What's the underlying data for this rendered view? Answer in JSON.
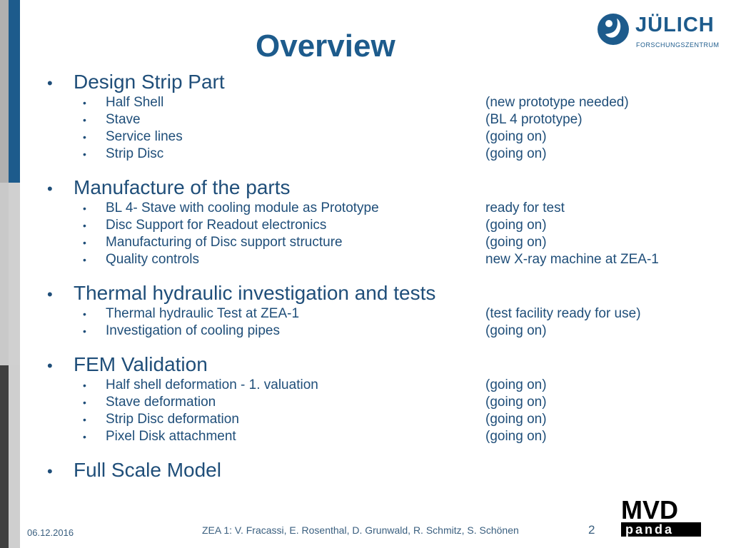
{
  "slide": {
    "title": "Overview",
    "logo_text": "JÜLICH",
    "logo_subtext": "FORSCHUNGSZENTRUM",
    "mvd_logo_top": "MVD",
    "mvd_logo_bottom": "panda"
  },
  "sections": [
    {
      "heading": "Design Strip Part",
      "items": [
        {
          "label": "Half Shell",
          "status": "(new prototype needed)"
        },
        {
          "label": "Stave",
          "status": "(BL 4 prototype)"
        },
        {
          "label": "Service lines",
          "status": "(going on)"
        },
        {
          "label": "Strip Disc",
          "status": "(going on)"
        }
      ]
    },
    {
      "heading": "Manufacture of the parts",
      "items": [
        {
          "label": "BL 4- Stave with cooling module as Prototype",
          "status": "ready for test"
        },
        {
          "label": "Disc Support for Readout electronics",
          "status": "(going on)"
        },
        {
          "label": "Manufacturing of Disc support structure",
          "status": "(going on)"
        },
        {
          "label": "Quality controls",
          "status": "new X-ray machine at ZEA-1"
        }
      ]
    },
    {
      "heading": "Thermal hydraulic investigation and tests",
      "items": [
        {
          "label": "Thermal hydraulic Test at ZEA-1",
          "status": "(test facility ready for use)"
        },
        {
          "label": "Investigation of cooling pipes",
          "status": "(going on)"
        }
      ]
    },
    {
      "heading": "FEM Validation",
      "items": [
        {
          "label": "Half shell deformation - 1. valuation",
          "status": "(going on)"
        },
        {
          "label": "Stave deformation",
          "status": "(going on)"
        },
        {
          "label": "Strip Disc deformation",
          "status": "(going on)"
        },
        {
          "label": "Pixel Disk attachment",
          "status": "(going on)"
        }
      ]
    },
    {
      "heading": "Full Scale Model",
      "items": []
    }
  ],
  "footer": {
    "date": "06.12.2016",
    "authors": "ZEA 1:  V. Fracassi, E. Rosenthal, D. Grunwald, R. Schmitz, S. Schönen",
    "page": "2"
  },
  "colors": {
    "title": "#1d5b8c",
    "text": "#1f4e79"
  }
}
